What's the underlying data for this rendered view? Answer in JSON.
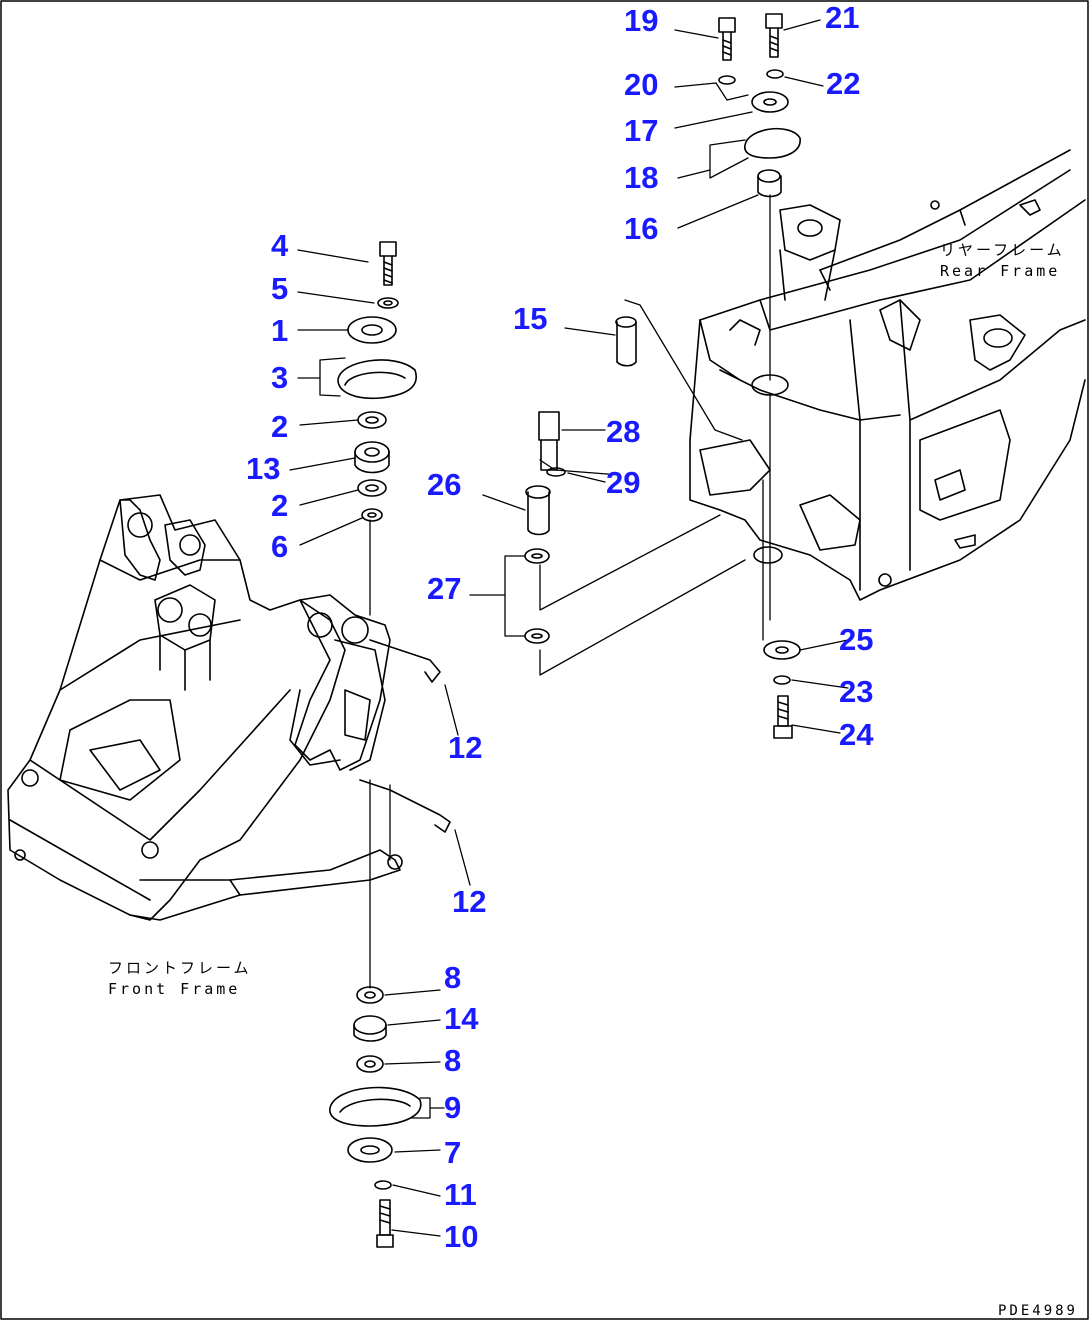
{
  "drawing_code": "PDE4989",
  "front_frame_label": {
    "jp": "フロントフレーム",
    "en": "Front Frame"
  },
  "rear_frame_label": {
    "jp": "リヤーフレーム",
    "en": "Rear Frame"
  },
  "callouts": {
    "c1": "1",
    "c2a": "2",
    "c2b": "2",
    "c3": "3",
    "c4": "4",
    "c5": "5",
    "c6": "6",
    "c7": "7",
    "c8a": "8",
    "c8b": "8",
    "c9": "9",
    "c10": "10",
    "c11": "11",
    "c12a": "12",
    "c12b": "12",
    "c13": "13",
    "c14": "14",
    "c15": "15",
    "c16": "16",
    "c17": "17",
    "c18": "18",
    "c19": "19",
    "c20": "20",
    "c21": "21",
    "c22": "22",
    "c23": "23",
    "c24": "24",
    "c25": "25",
    "c26": "26",
    "c27": "27",
    "c28": "28",
    "c29": "29"
  },
  "colors": {
    "callout": "#1a1aff",
    "line": "#000000"
  }
}
